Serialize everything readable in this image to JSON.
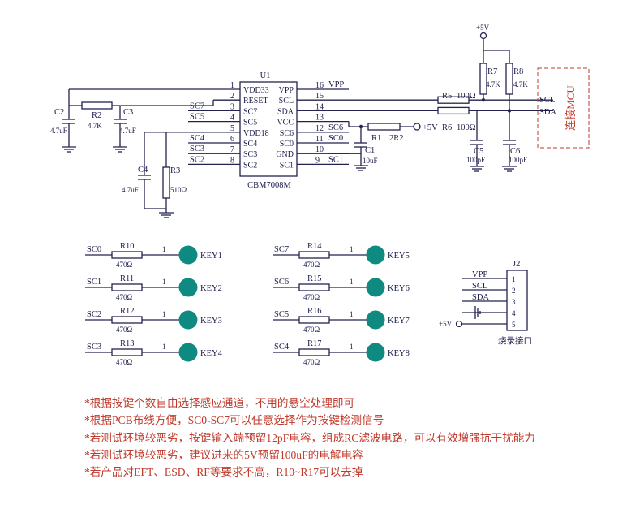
{
  "chip": {
    "ref": "U1",
    "part": "CBM7008M",
    "pins_left": [
      {
        "num": "1",
        "name": "VDD33"
      },
      {
        "num": "2",
        "name": "RESET"
      },
      {
        "num": "3",
        "name": "SC7"
      },
      {
        "num": "4",
        "name": "SC5"
      },
      {
        "num": "5",
        "name": "VDD18"
      },
      {
        "num": "6",
        "name": "SC4"
      },
      {
        "num": "7",
        "name": "SC3"
      },
      {
        "num": "8",
        "name": "SC2"
      }
    ],
    "pins_right": [
      {
        "num": "16",
        "name": "VPP"
      },
      {
        "num": "15",
        "name": "SCL"
      },
      {
        "num": "14",
        "name": "SDA"
      },
      {
        "num": "13",
        "name": "VCC"
      },
      {
        "num": "12",
        "name": "SC6"
      },
      {
        "num": "11",
        "name": "SC0"
      },
      {
        "num": "10",
        "name": "GND"
      },
      {
        "num": "9",
        "name": "SC1"
      }
    ]
  },
  "nets_left": [
    "SC7",
    "SC5",
    "SC4",
    "SC3",
    "SC2"
  ],
  "nets_right": [
    "VPP",
    "SC6",
    "SC0",
    "SC1"
  ],
  "power_label": "+5V",
  "bus": {
    "scl": "SCL",
    "sda": "SDA"
  },
  "mcu_box": "连接MCU",
  "components": {
    "C2": {
      "ref": "C2",
      "value": "4.7uF"
    },
    "R2": {
      "ref": "R2",
      "value": "4.7K"
    },
    "C3": {
      "ref": "C3",
      "value": "4.7uF"
    },
    "C4": {
      "ref": "C4",
      "value": "4.7uF"
    },
    "R3": {
      "ref": "R3",
      "value": "510Ω"
    },
    "R1": {
      "ref": "R1",
      "value": "2R2"
    },
    "C1": {
      "ref": "C1",
      "value": "10uF"
    },
    "R5": {
      "ref": "R5",
      "value": "100Ω"
    },
    "R6": {
      "ref": "R6",
      "value": "100Ω"
    },
    "R7": {
      "ref": "R7",
      "value": "4.7K"
    },
    "R8": {
      "ref": "R8",
      "value": "4.7K"
    },
    "C5": {
      "ref": "C5",
      "value": "100pF"
    },
    "C6": {
      "ref": "C6",
      "value": "100pF"
    }
  },
  "keys_left": [
    {
      "net": "SC0",
      "ref": "R10",
      "value": "470Ω",
      "pin": "1",
      "key": "KEY1"
    },
    {
      "net": "SC1",
      "ref": "R11",
      "value": "470Ω",
      "pin": "1",
      "key": "KEY2"
    },
    {
      "net": "SC2",
      "ref": "R12",
      "value": "470Ω",
      "pin": "1",
      "key": "KEY3"
    },
    {
      "net": "SC3",
      "ref": "R13",
      "value": "470Ω",
      "pin": "1",
      "key": "KEY4"
    }
  ],
  "keys_right": [
    {
      "net": "SC7",
      "ref": "R14",
      "value": "470Ω",
      "pin": "1",
      "key": "KEY5"
    },
    {
      "net": "SC6",
      "ref": "R15",
      "value": "470Ω",
      "pin": "1",
      "key": "KEY6"
    },
    {
      "net": "SC5",
      "ref": "R16",
      "value": "470Ω",
      "pin": "1",
      "key": "KEY7"
    },
    {
      "net": "SC4",
      "ref": "R17",
      "value": "470Ω",
      "pin": "1",
      "key": "KEY8"
    }
  ],
  "header": {
    "ref": "J2",
    "pins": [
      "1",
      "2",
      "3",
      "4",
      "5"
    ],
    "signals": [
      "VPP",
      "SCL",
      "SDA"
    ],
    "power": "+5V",
    "caption": "烧录接口"
  },
  "notes": [
    "*根据按键个数自由选择感应通道，不用的悬空处理即可",
    "*根据PCB布线方便，SC0-SC7可以任意选择作为按键检测信号",
    "*若测试环境较恶劣，按键输入端预留12pF电容，组成RC滤波电路，可以有效增强抗干扰能力",
    "*若测试环境较恶劣，建议进来的5V预留100uF的电解电容",
    "*若产品对EFT、ESD、RF等要求不高，R10~R17可以去掉"
  ],
  "colors": {
    "wire": "#23234f",
    "key_pad": "#0f8a80",
    "note_text": "#c0392b",
    "mcu_box": "#c0392b"
  }
}
